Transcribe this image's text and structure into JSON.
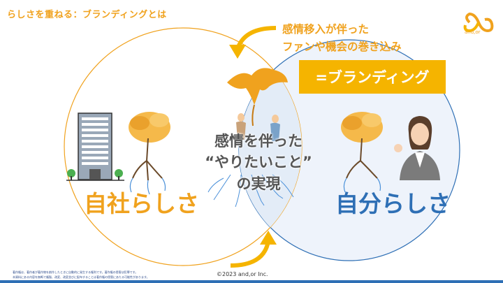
{
  "slide": {
    "title": "らしさを重ねる：ブランディングとは",
    "logo_text": "and,or",
    "headline_line1": "感情移入が伴った",
    "headline_line2": "ファンや機会の巻き込み",
    "branding_label": "=ブランディング",
    "center_text_line1": "感情を伴った",
    "center_text_line2": "“やりたいこと”",
    "center_text_line3": "の実現",
    "left_label": "自社らしさ",
    "right_label": "自分らしさ",
    "copyright": "©2023 and,or Inc.",
    "footnote_line1": "著作権は、著作者が著作物を創作したときに自動的に発生する権利です。著作権の侵害は犯罪です。",
    "footnote_line2": "本資料にある内容を無断で複製、改変、改変並びに配布することは著作権の侵害にあたる可能性があります。"
  },
  "colors": {
    "accent_orange": "#f0a21e",
    "accent_yellow": "#f5b400",
    "accent_blue": "#2e6fb5",
    "center_text": "#555555"
  },
  "icons": [
    "logo-icon",
    "building-icon",
    "tree-icon",
    "person-icon",
    "phoenix-icon",
    "arrow-icon"
  ]
}
